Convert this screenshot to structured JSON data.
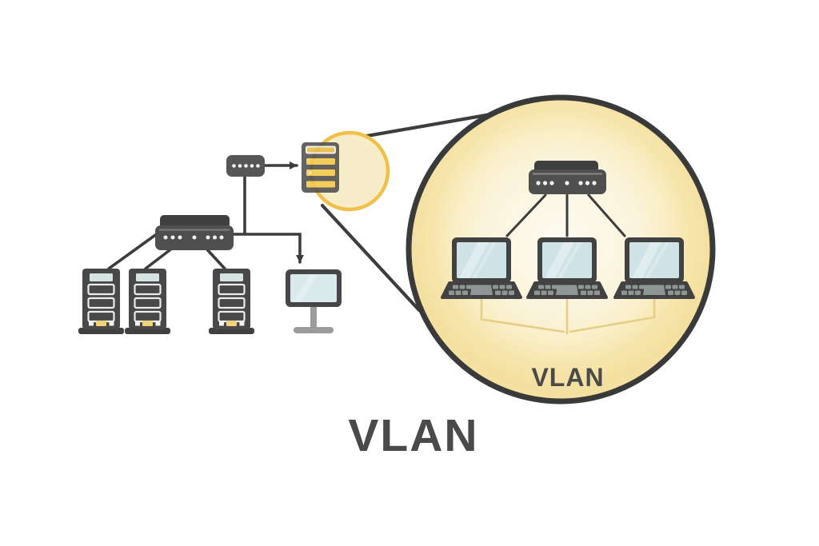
{
  "title": "VLAN",
  "magnifier": {
    "label": "VLAN"
  },
  "colors": {
    "background": "#ffffff",
    "device_dark": "#4a4a4a",
    "wire_dark": "#3d3d3d",
    "screen_blue": "#d3e5e8",
    "slot_teal": "#d5e4e2",
    "accent_yellow": "#f1c04a",
    "server_bar_yellow": "#f5c94d",
    "highlight_fill": "#f8edc9",
    "circle_fill_edge": "#f3dfa0",
    "circle_fill_center": "#fdfbf1",
    "bus_line_yellow": "#e7cd85",
    "label_gray": "#4a4a4a"
  },
  "icons": [
    {
      "name": "small-switch-icon",
      "depicts": "compact 5-port switch"
    },
    {
      "name": "uplink-server-icon",
      "depicts": "rack server with yellow slots"
    },
    {
      "name": "highlight-circle",
      "depicts": "yellow magnifier source circle"
    },
    {
      "name": "main-switch-icon",
      "depicts": "network switch with port LEDs"
    },
    {
      "name": "tower-server-icon-1",
      "depicts": "tower server"
    },
    {
      "name": "tower-server-icon-2",
      "depicts": "tower server"
    },
    {
      "name": "tower-server-icon-3",
      "depicts": "tower server"
    },
    {
      "name": "monitor-icon",
      "depicts": "desktop monitor"
    },
    {
      "name": "zoom-circle",
      "depicts": "magnified VLAN view"
    },
    {
      "name": "vlan-switch-icon",
      "depicts": "network switch with port LEDs"
    },
    {
      "name": "laptop-icon-1",
      "depicts": "laptop"
    },
    {
      "name": "laptop-icon-2",
      "depicts": "laptop"
    },
    {
      "name": "laptop-icon-3",
      "depicts": "laptop"
    }
  ]
}
